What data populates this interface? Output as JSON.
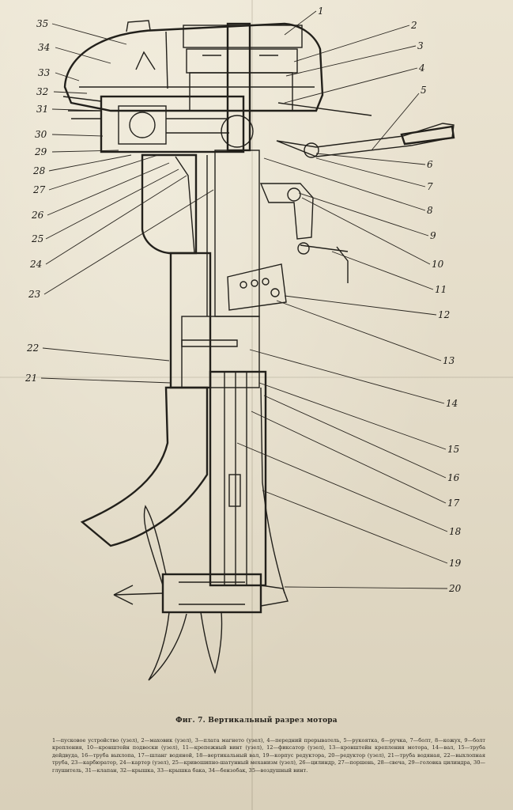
{
  "figure": {
    "caption_title": "Фиг. 7. Вертикальный разрез мотора",
    "caption_text": "1—пусковое устройство (узел), 2—маховик (узел), 3—плата магнето (узел), 4—передний прерыватель, 5—рукоятка, 6—ручка, 7—болт, 8—кожух, 9—болт крепления, 10—кронштейн подвески (узел), 11—крепежный винт (узел), 12—фиксатор (узел), 13—кронштейн крепления мотора, 14—вал, 15—труба дейдвуда, 16—труба выхлопа, 17—шланг водяной, 18—вертикальный вал, 19—корпус редуктора, 20—редуктор (узел), 21—труба водяная, 22—выхлопная труба, 23—карбюратор, 24—картер (узел), 25—кривошипно-шатунный механизм (узел), 26—цилиндр, 27—поршень, 28—свеча, 29—головка цилиндра, 30—глушитель, 31—клапан, 32—крышка, 33—крышка бака, 34—бензобак, 35—воздушный винт."
  },
  "callouts": {
    "right": [
      "1",
      "2",
      "3",
      "4",
      "5",
      "6",
      "7",
      "8",
      "9",
      "10",
      "11",
      "12",
      "13",
      "14",
      "15",
      "16",
      "17",
      "18",
      "19",
      "20"
    ],
    "left": [
      "35",
      "34",
      "33",
      "32",
      "31",
      "30",
      "29",
      "28",
      "27",
      "26",
      "25",
      "24",
      "23",
      "22",
      "21"
    ]
  },
  "colors": {
    "paper": "#e4dcc8",
    "ink": "#22201b"
  }
}
